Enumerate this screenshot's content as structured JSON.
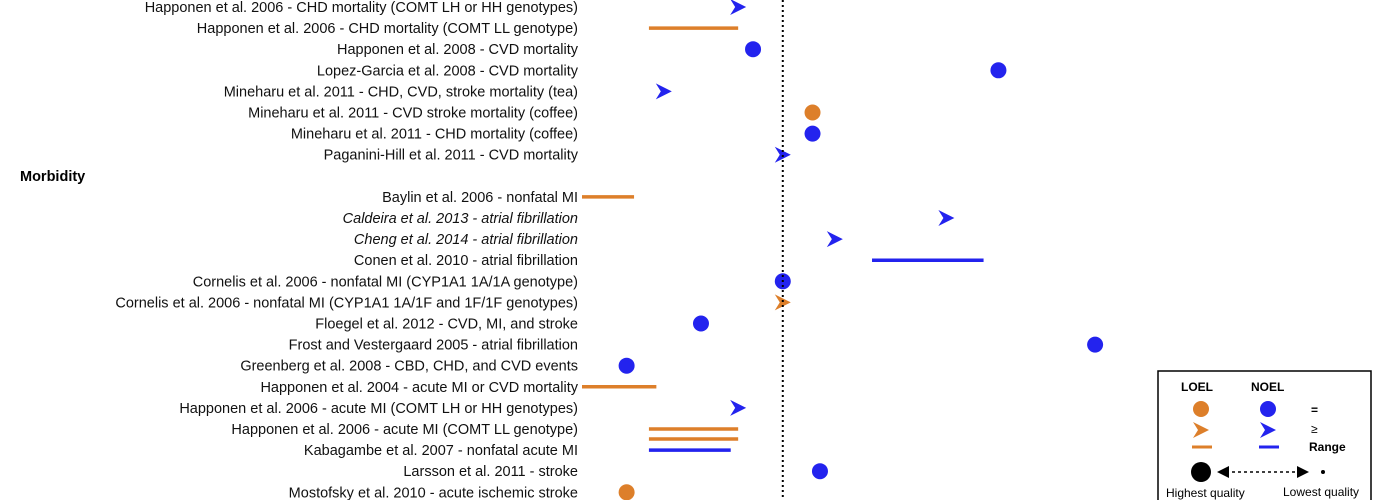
{
  "chart_data": {
    "type": "scatter",
    "colors": {
      "loel": "#dd7f2a",
      "noel": "#2323ee",
      "reference_line": "#000000"
    },
    "rows": [
      {
        "label": "Happonen et al. 2006 - CHD mortality (COMT LH or HH genotypes)",
        "italic": false,
        "marker": "arrow",
        "color": "noel",
        "x": 2.1
      },
      {
        "label": "Happonen et al. 2006 - CHD mortality (COMT LL genotype)",
        "italic": false,
        "marker": "range",
        "color": "loel",
        "x": 0.9,
        "x2": 2.1
      },
      {
        "label": "Happonen et al. 2008 - CVD mortality",
        "italic": false,
        "marker": "circle",
        "color": "noel",
        "x": 2.3
      },
      {
        "label": "Lopez-Garcia et al. 2008 - CVD mortality",
        "italic": false,
        "marker": "circle",
        "color": "noel",
        "x": 5.6
      },
      {
        "label": "Mineharu et al. 2011 - CHD, CVD, stroke mortality (tea)",
        "italic": false,
        "marker": "arrow",
        "color": "noel",
        "x": 1.1
      },
      {
        "label": "Mineharu et al. 2011 - CVD stroke mortality (coffee)",
        "italic": false,
        "marker": "circle",
        "color": "loel",
        "x": 3.1
      },
      {
        "label": "Mineharu et al. 2011 - CHD mortality (coffee)",
        "italic": false,
        "marker": "circle",
        "color": "noel",
        "x": 3.1
      },
      {
        "label": "Paganini-Hill et al. 2011 - CVD mortality",
        "italic": false,
        "marker": "arrow",
        "color": "noel",
        "x": 2.7
      },
      {
        "section": "Morbidity"
      },
      {
        "label": "Baylin et al. 2006 - nonfatal MI",
        "italic": false,
        "marker": "range",
        "color": "loel",
        "x": 0.0,
        "x2": 0.7
      },
      {
        "label": "Caldeira et al. 2013 - atrial fibrillation",
        "italic": true,
        "marker": "arrow",
        "color": "noel",
        "x": 4.9
      },
      {
        "label": "Cheng et al. 2014 - atrial fibrillation",
        "italic": true,
        "marker": "arrow",
        "color": "noel",
        "x": 3.4
      },
      {
        "label": "Conen et al. 2010 - atrial fibrillation",
        "italic": false,
        "marker": "range",
        "color": "noel",
        "x": 3.9,
        "x2": 5.4
      },
      {
        "label": "Cornelis et al. 2006 - nonfatal MI (CYP1A1 1A/1A genotype)",
        "italic": false,
        "marker": "circle",
        "color": "noel",
        "x": 2.7
      },
      {
        "label": "Cornelis et al. 2006 - nonfatal MI (CYP1A1 1A/1F and 1F/1F genotypes)",
        "italic": false,
        "marker": "arrow",
        "color": "loel",
        "x": 2.7
      },
      {
        "label": "Floegel et al. 2012 - CVD, MI, and stroke",
        "italic": false,
        "marker": "circle",
        "color": "noel",
        "x": 1.6
      },
      {
        "label": "Frost and Vestergaard 2005 - atrial fibrillation",
        "italic": false,
        "marker": "circle",
        "color": "noel",
        "x": 6.9
      },
      {
        "label": "Greenberg et al. 2008 - CBD, CHD, and CVD events",
        "italic": false,
        "marker": "circle",
        "color": "noel",
        "x": 0.6
      },
      {
        "label": "Happonen et al. 2004 - acute MI or CVD mortality",
        "italic": false,
        "marker": "range",
        "color": "loel",
        "x": 0.0,
        "x2": 1.0
      },
      {
        "label": "Happonen et al. 2006 - acute MI (COMT LH or HH genotypes)",
        "italic": false,
        "marker": "arrow",
        "color": "noel",
        "x": 2.1
      },
      {
        "label": "Happonen et al. 2006 - acute MI (COMT LL genotype)",
        "italic": false,
        "marker": "range2",
        "color": "loel",
        "x": 0.9,
        "x2": 2.1
      },
      {
        "label": "Kabagambe et al. 2007 - nonfatal acute MI",
        "italic": false,
        "marker": "range",
        "color": "noel",
        "x": 0.9,
        "x2": 2.0
      },
      {
        "label": "Larsson et al. 2011 - stroke",
        "italic": false,
        "marker": "circle",
        "color": "noel",
        "x": 3.2
      },
      {
        "label": "Mostofsky et al. 2010 - acute ischemic stroke",
        "italic": false,
        "marker": "circle",
        "color": "loel",
        "x": 0.6
      }
    ],
    "reference_line_x": 2.7,
    "xlim": [
      0,
      11
    ]
  },
  "legend": {
    "header_loel": "LOEL",
    "header_noel": "NOEL",
    "eq_label": "=",
    "ge_label": "≥",
    "range_label": "Range",
    "quality_high": "Highest quality",
    "quality_low": "Lowest quality"
  }
}
